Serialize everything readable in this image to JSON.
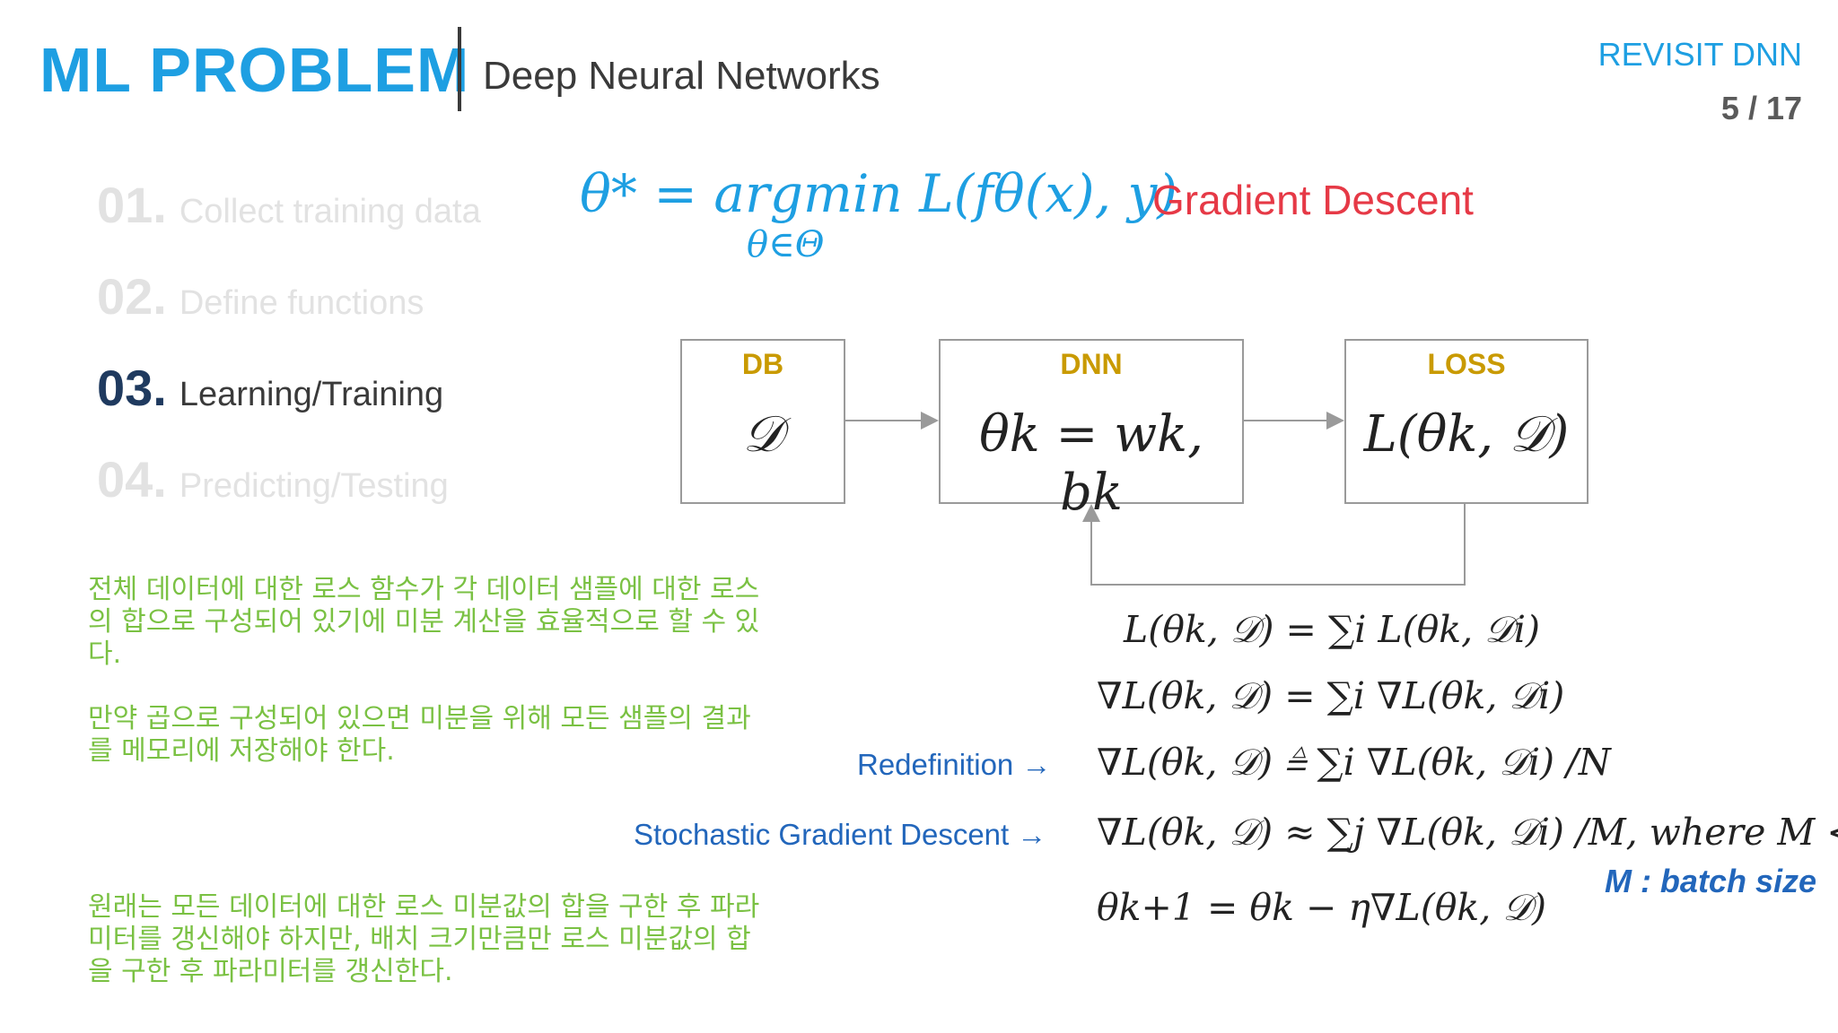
{
  "header": {
    "title": "ML PROBLEM",
    "subtitle": "Deep Neural Networks",
    "section_label": "REVISIT DNN",
    "page": "5 / 17"
  },
  "steps": [
    {
      "num": "01.",
      "label": "Collect training data",
      "state": "inactive"
    },
    {
      "num": "02.",
      "label": "Define functions",
      "state": "inactive"
    },
    {
      "num": "03.",
      "label": "Learning/Training",
      "state": "active"
    },
    {
      "num": "04.",
      "label": "Predicting/Testing",
      "state": "inactive"
    }
  ],
  "objective": {
    "formula": "θ* = argmin L(fθ(x), y)",
    "subscript": "θ∈Θ",
    "method_label": "Gradient Descent"
  },
  "diagram": {
    "boxes": [
      {
        "label": "DB",
        "math": "𝒟"
      },
      {
        "label": "DNN",
        "math": "θk = wk, bk"
      },
      {
        "label": "LOSS",
        "math": "L(θk, 𝒟)"
      }
    ]
  },
  "notes": [
    "전체 데이터에 대한 로스 함수가 각 데이터 샘플에 대한 로스의 합으로 구성되어 있기에 미분 계산을 효율적으로 할 수 있다.",
    "만약 곱으로 구성되어 있으면 미분을 위해 모든 샘플의 결과를 메모리에 저장해야 한다.",
    "원래는 모든 데이터에 대한 로스 미분값의 합을 구한 후 파라미터를 갱신해야 하지만, 배치 크기만큼만 로스 미분값의 합을 구한 후 파라미터를 갱신한다."
  ],
  "equations": [
    {
      "label": "",
      "text": "L(θk, 𝒟) = ∑i L(θk, 𝒟i)"
    },
    {
      "label": "",
      "text": "∇L(θk, 𝒟) = ∑i ∇L(θk, 𝒟i)"
    },
    {
      "label": "Redefinition →",
      "text": "∇L(θk, 𝒟) ≜ ∑i ∇L(θk, 𝒟i) /N"
    },
    {
      "label": "Stochastic Gradient Descent →",
      "text": "∇L(θk, 𝒟) ≈ ∑j ∇L(θk, 𝒟i) /M, where M < N"
    },
    {
      "label": "",
      "text": "θk+1 = θk − η∇L(θk, 𝒟)"
    }
  ],
  "batch_note": "M : batch size",
  "colors": {
    "accent": "#1e9fe2",
    "highlight": "#e63946",
    "box_label": "#c99a00",
    "note": "#7ac143",
    "eq_label": "#2266bb"
  }
}
